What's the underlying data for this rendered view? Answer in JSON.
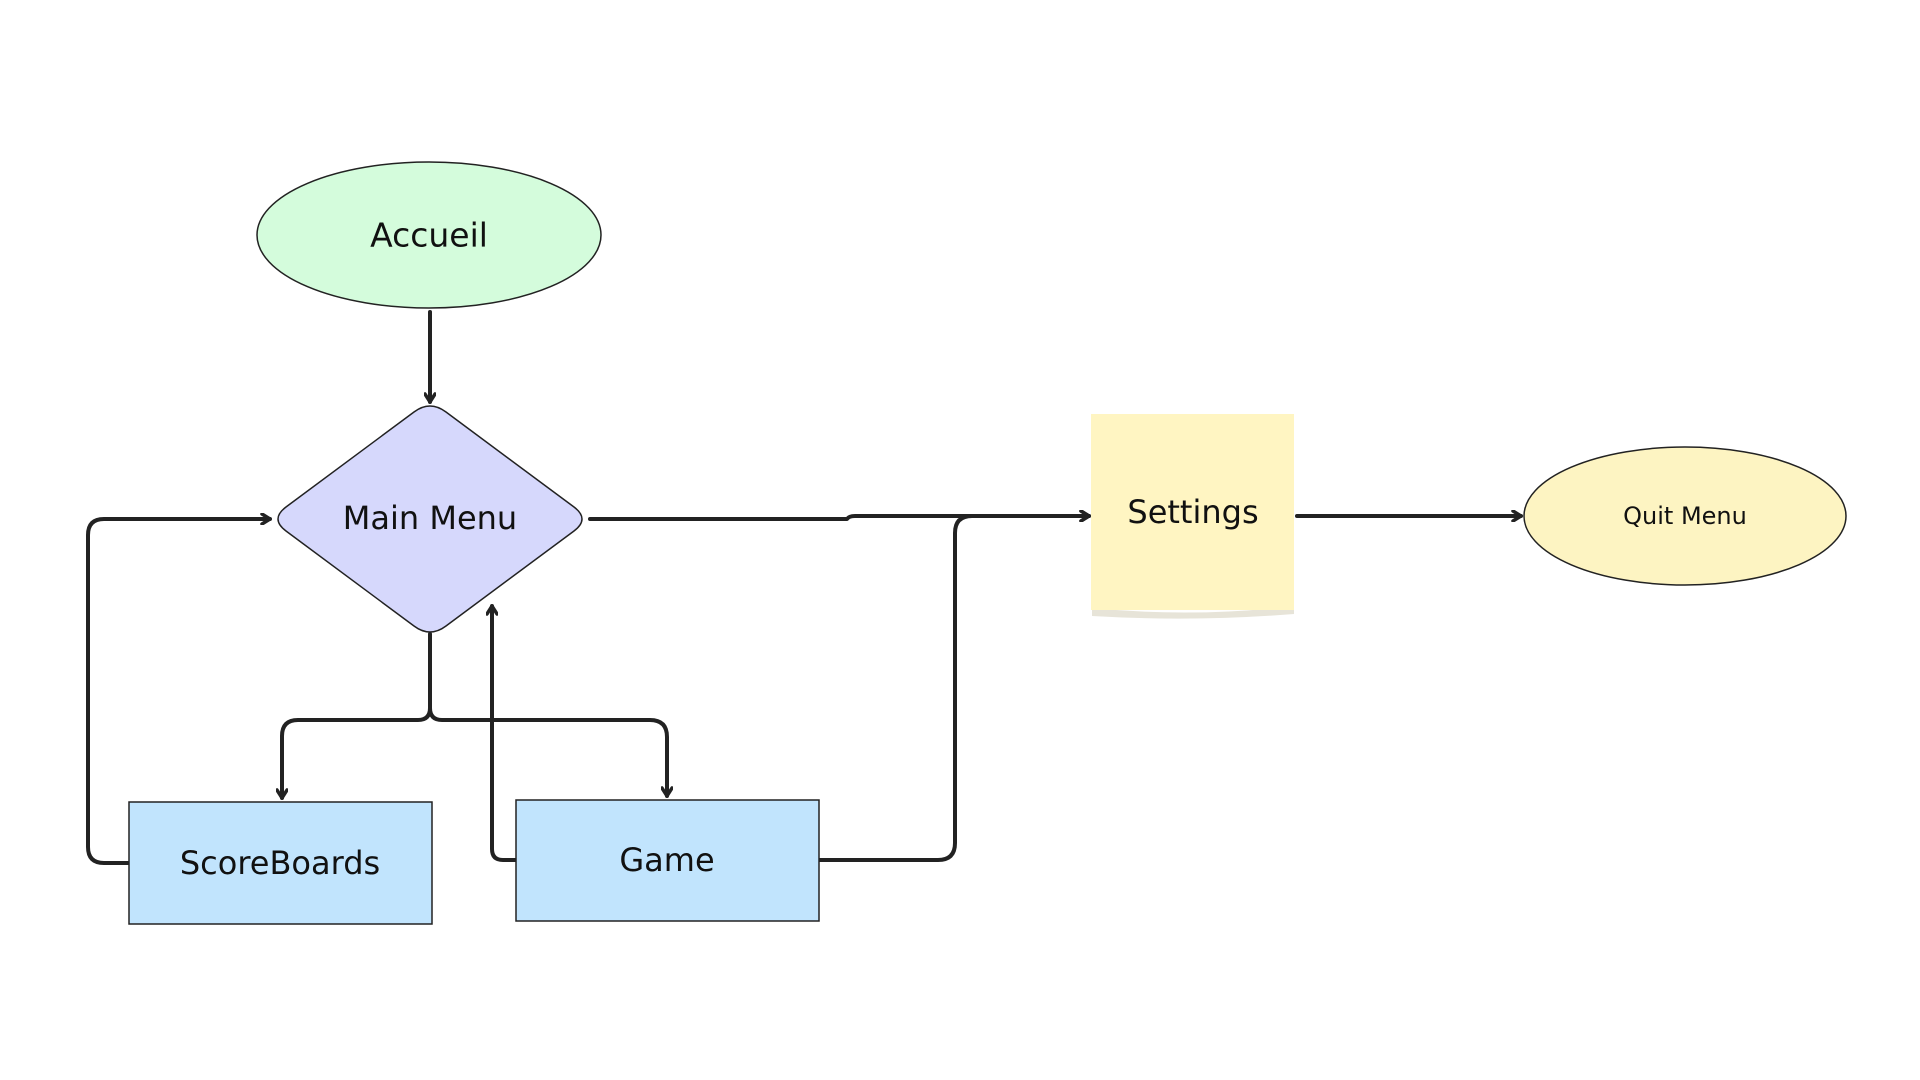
{
  "nodes": {
    "accueil": {
      "label": "Accueil",
      "shape": "ellipse",
      "fill": "#d4fcdc"
    },
    "main_menu": {
      "label": "Main Menu",
      "shape": "diamond",
      "fill": "#d6d8fc"
    },
    "settings": {
      "label": "Settings",
      "shape": "sticky-note",
      "fill": "#fff5c2"
    },
    "quit_menu": {
      "label": "Quit Menu",
      "shape": "ellipse",
      "fill": "#fdf4c2"
    },
    "scoreboards": {
      "label": "ScoreBoards",
      "shape": "rectangle",
      "fill": "#c1e4fd"
    },
    "game": {
      "label": "Game",
      "shape": "rectangle",
      "fill": "#c1e4fd"
    }
  },
  "edges": [
    {
      "from": "accueil",
      "to": "main_menu"
    },
    {
      "from": "main_menu",
      "to": "settings"
    },
    {
      "from": "settings",
      "to": "quit_menu"
    },
    {
      "from": "main_menu",
      "to": "scoreboards"
    },
    {
      "from": "main_menu",
      "to": "game"
    },
    {
      "from": "scoreboards",
      "to": "main_menu"
    },
    {
      "from": "game",
      "to": "main_menu"
    },
    {
      "from": "game",
      "to": "settings"
    }
  ],
  "colors": {
    "line": "#222222",
    "text": "#111111"
  }
}
